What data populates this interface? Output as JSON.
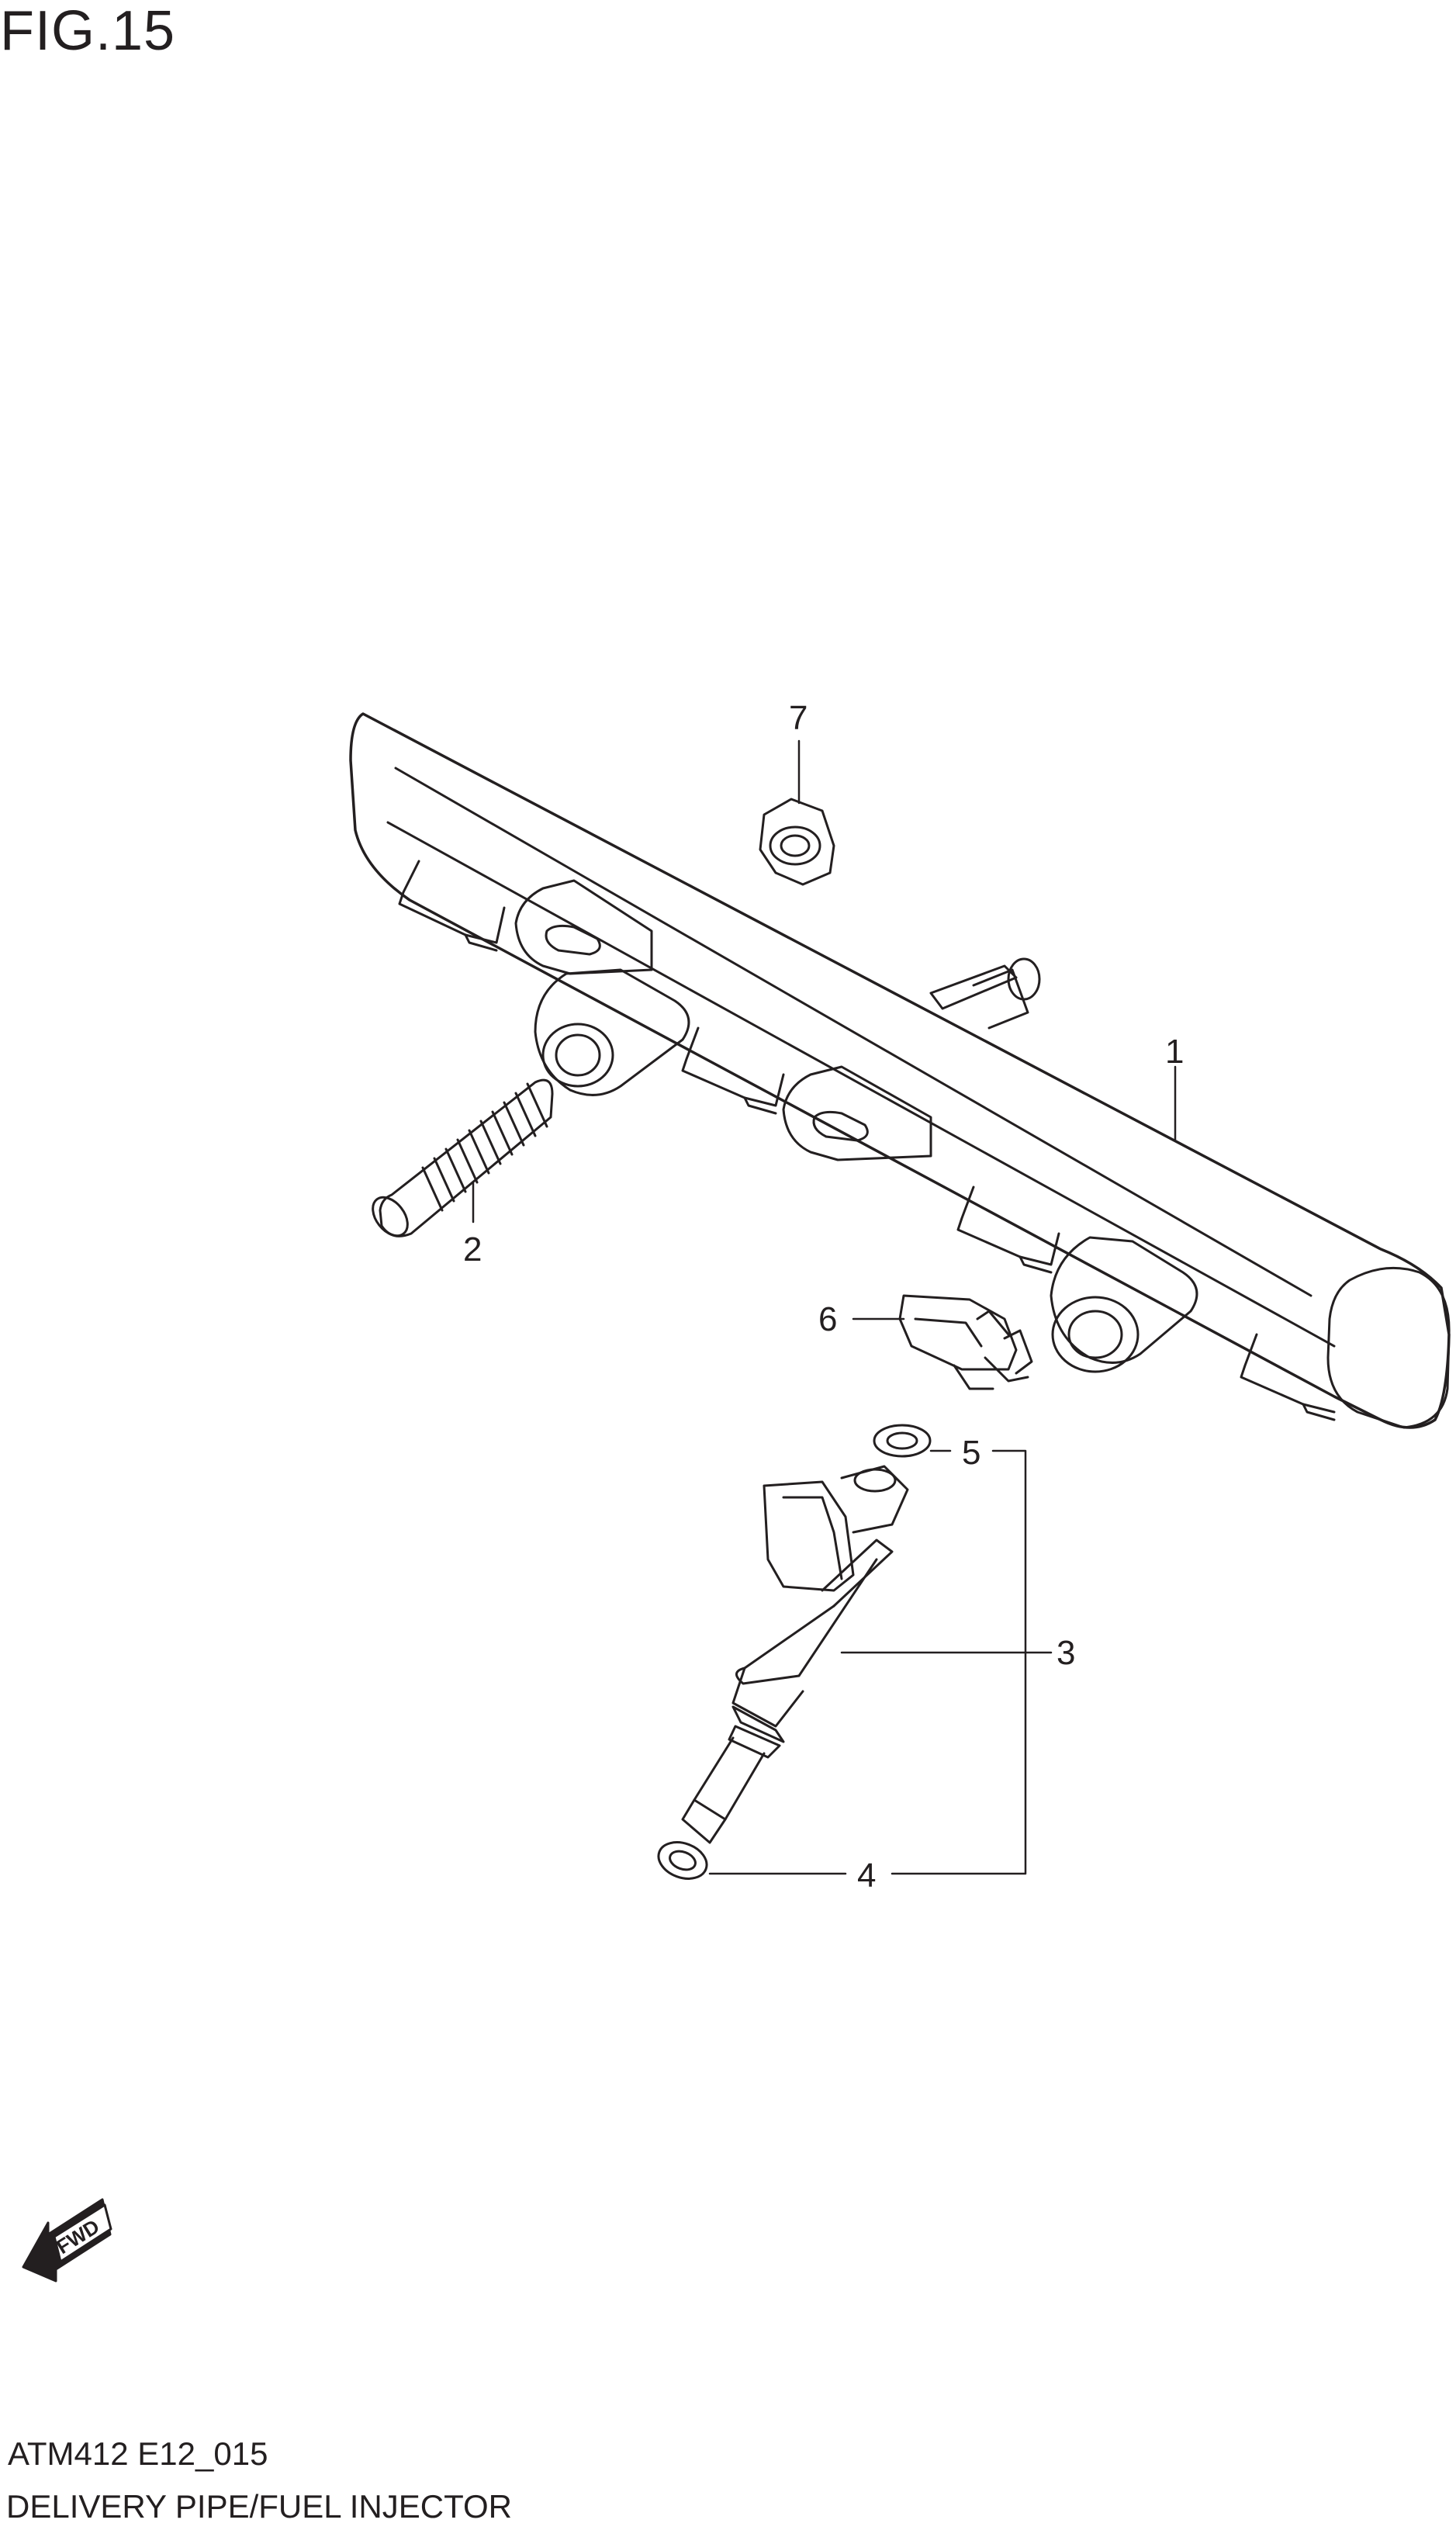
{
  "figure": {
    "title": "FIG.15"
  },
  "callouts": [
    {
      "id": "c1",
      "label": "1"
    },
    {
      "id": "c2",
      "label": "2"
    },
    {
      "id": "c3",
      "label": "3"
    },
    {
      "id": "c4",
      "label": "4"
    },
    {
      "id": "c5",
      "label": "5"
    },
    {
      "id": "c6",
      "label": "6"
    },
    {
      "id": "c7",
      "label": "7"
    }
  ],
  "direction_marker": {
    "label": "FWD",
    "icon": "fwd-arrow-icon"
  },
  "footer": {
    "code": "ATM412 E12_015",
    "name": "DELIVERY PIPE/FUEL INJECTOR"
  },
  "colors": {
    "line": "#231f20",
    "background": "#ffffff"
  }
}
